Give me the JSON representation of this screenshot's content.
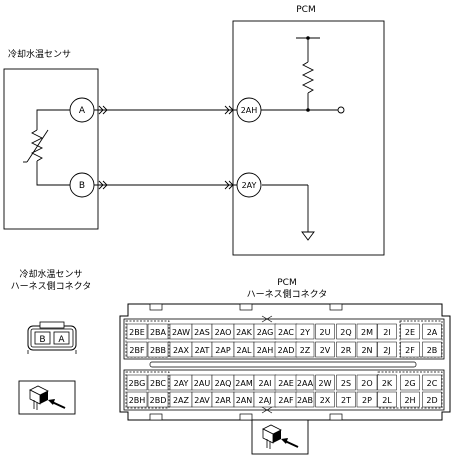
{
  "wiring": {
    "pcm_title": "PCM",
    "sensor_title": "冷却水温センサ",
    "sensor_pins": [
      "A",
      "B"
    ],
    "pcm_pins": [
      "2AH",
      "2AY"
    ]
  },
  "sensor_connector": {
    "title_line1": "冷却水温センサ",
    "title_line2": "ハーネス側コネクタ",
    "pins": [
      "B",
      "A"
    ]
  },
  "pcm_connector": {
    "title_line1": "PCM",
    "title_line2": "ハーネス側コネクタ",
    "rows": [
      [
        "2BE",
        "2BA",
        "2AW",
        "2AS",
        "2AO",
        "2AK",
        "2AG",
        "2AC",
        "2Y",
        "2U",
        "2Q",
        "2M",
        "2I",
        "2E",
        "2A"
      ],
      [
        "2BF",
        "2BB",
        "2AX",
        "2AT",
        "2AP",
        "2AL",
        "2AH",
        "2AD",
        "2Z",
        "2V",
        "2R",
        "2N",
        "2J",
        "2F",
        "2B"
      ],
      [
        "2BG",
        "2BC",
        "2AY",
        "2AU",
        "2AQ",
        "2AM",
        "2AI",
        "2AE",
        "2AA",
        "2W",
        "2S",
        "2O",
        "2K",
        "2G",
        "2C"
      ],
      [
        "2BH",
        "2BD",
        "2AZ",
        "2AV",
        "2AR",
        "2AN",
        "2AJ",
        "2AF",
        "2AB",
        "2X",
        "2T",
        "2P",
        "2L",
        "2H",
        "2D"
      ]
    ]
  },
  "icons": {
    "insertion_view": "connector-insertion-view-icon"
  }
}
